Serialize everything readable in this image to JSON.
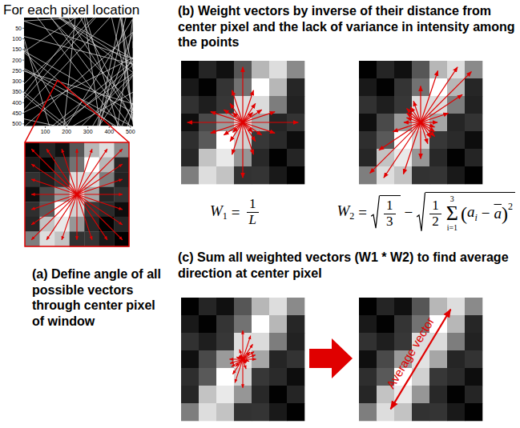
{
  "diagram": {
    "labels": [
      "For each pixel location",
      "50",
      "100",
      "150",
      "200",
      "250",
      "300",
      "350",
      "400",
      "450",
      "500",
      "100",
      "200",
      "300",
      "400",
      "500",
      "(a) Define angle of all possible vectors through center pixel of window",
      "(b) Weight vectors by inverse of their distance from center pixel and the lack of variance in intensity among the points",
      "W",
      "1",
      "=",
      "1",
      "L",
      "W",
      "2",
      "=",
      "1",
      "3",
      "−",
      "1",
      "2",
      "3",
      "Σ",
      "i=1",
      "(",
      "a",
      "i",
      "−",
      "a",
      ")",
      "2",
      "(c) Sum all weighted vectors (W1 * W2) to find average direction at center pixel",
      "Average vector"
    ]
  }
}
